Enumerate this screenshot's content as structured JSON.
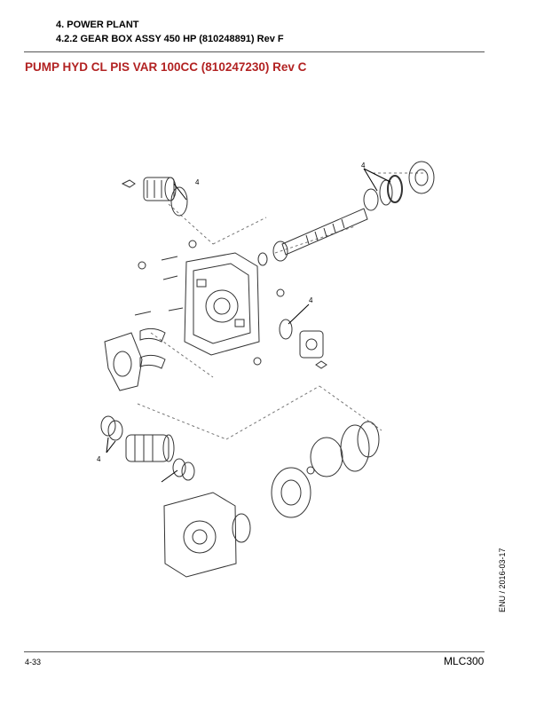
{
  "header": {
    "section": "4. POWER PLANT",
    "subsection": "4.2.2 GEAR BOX ASSY 450 HP (810248891) Rev F"
  },
  "title": "PUMP HYD CL PIS VAR 100CC (810247230) Rev C",
  "title_color": "#b22222",
  "diagram": {
    "callouts": [
      "4",
      "4",
      "4",
      "4"
    ]
  },
  "footer": {
    "side_date": "ENU / 2016-03-17",
    "page_number": "4-33",
    "model": "MLC300"
  }
}
